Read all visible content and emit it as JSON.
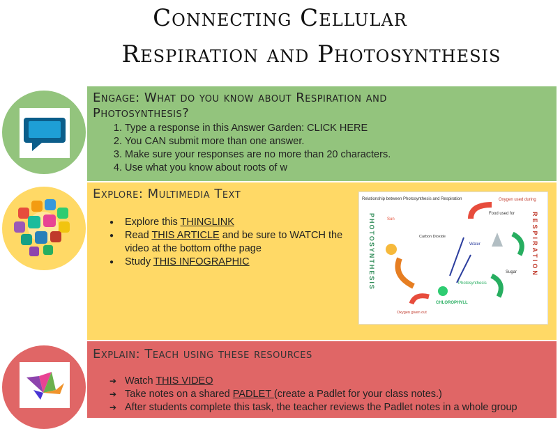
{
  "title_line1": "Connecting Cellular",
  "title_line2": "Respiration and Photosynthesis",
  "engage": {
    "heading_line1": "Engage: What do you know about Respiration and",
    "heading_line2": "Photosynthesis?",
    "items": [
      "Type a response in this Answer Garden: CLICK HERE",
      "You CAN submit more than one answer.",
      "Make sure your responses are no more than 20 characters.",
      "Use what you know about roots of w"
    ]
  },
  "explore": {
    "heading": "Explore: Multimedia Text",
    "item1_pre": "Explore this ",
    "item1_link": "THINGLINK",
    "item2_pre": "Read ",
    "item2_link": "THIS ARTICLE",
    "item2_post": " and be sure to WATCH the video at the bottom ofthe page",
    "item3_pre": "Study ",
    "item3_link": "THIS INFOGRAPHIC"
  },
  "figure": {
    "title": "Relationship between Photosynthesis and Respiration",
    "left_word": "PHOTOSYNTHESIS",
    "right_word": "RESPIRATION",
    "oxygen_top": "Oxygen used during",
    "food": "Food used for",
    "sun": "Sun",
    "carbon_dioxide": "Carbon Dioxide",
    "water": "Water",
    "chlorophyll": "CHLOROPHYLL",
    "photosynthesis_label": "Photosynthesis",
    "sugar": "Sugar",
    "oxygen_bottom": "Oxygen given out"
  },
  "explain": {
    "heading": "Explain: Teach using these resources",
    "item1_pre": "Watch ",
    "item1_link": "THIS VIDEO",
    "item2_pre": "Take notes on a shared ",
    "item2_link": "PADLET ",
    "item2_post": "(create a Padlet for your class notes.)",
    "item3": "After students complete this task, the teacher reviews the Padlet notes in a whole group"
  },
  "colors": {
    "green": "#93c47d",
    "yellow": "#ffd966",
    "red": "#e06666"
  },
  "icons": [
    "speech-bubble-icon",
    "apps-cluster-icon",
    "origami-crane-icon"
  ]
}
